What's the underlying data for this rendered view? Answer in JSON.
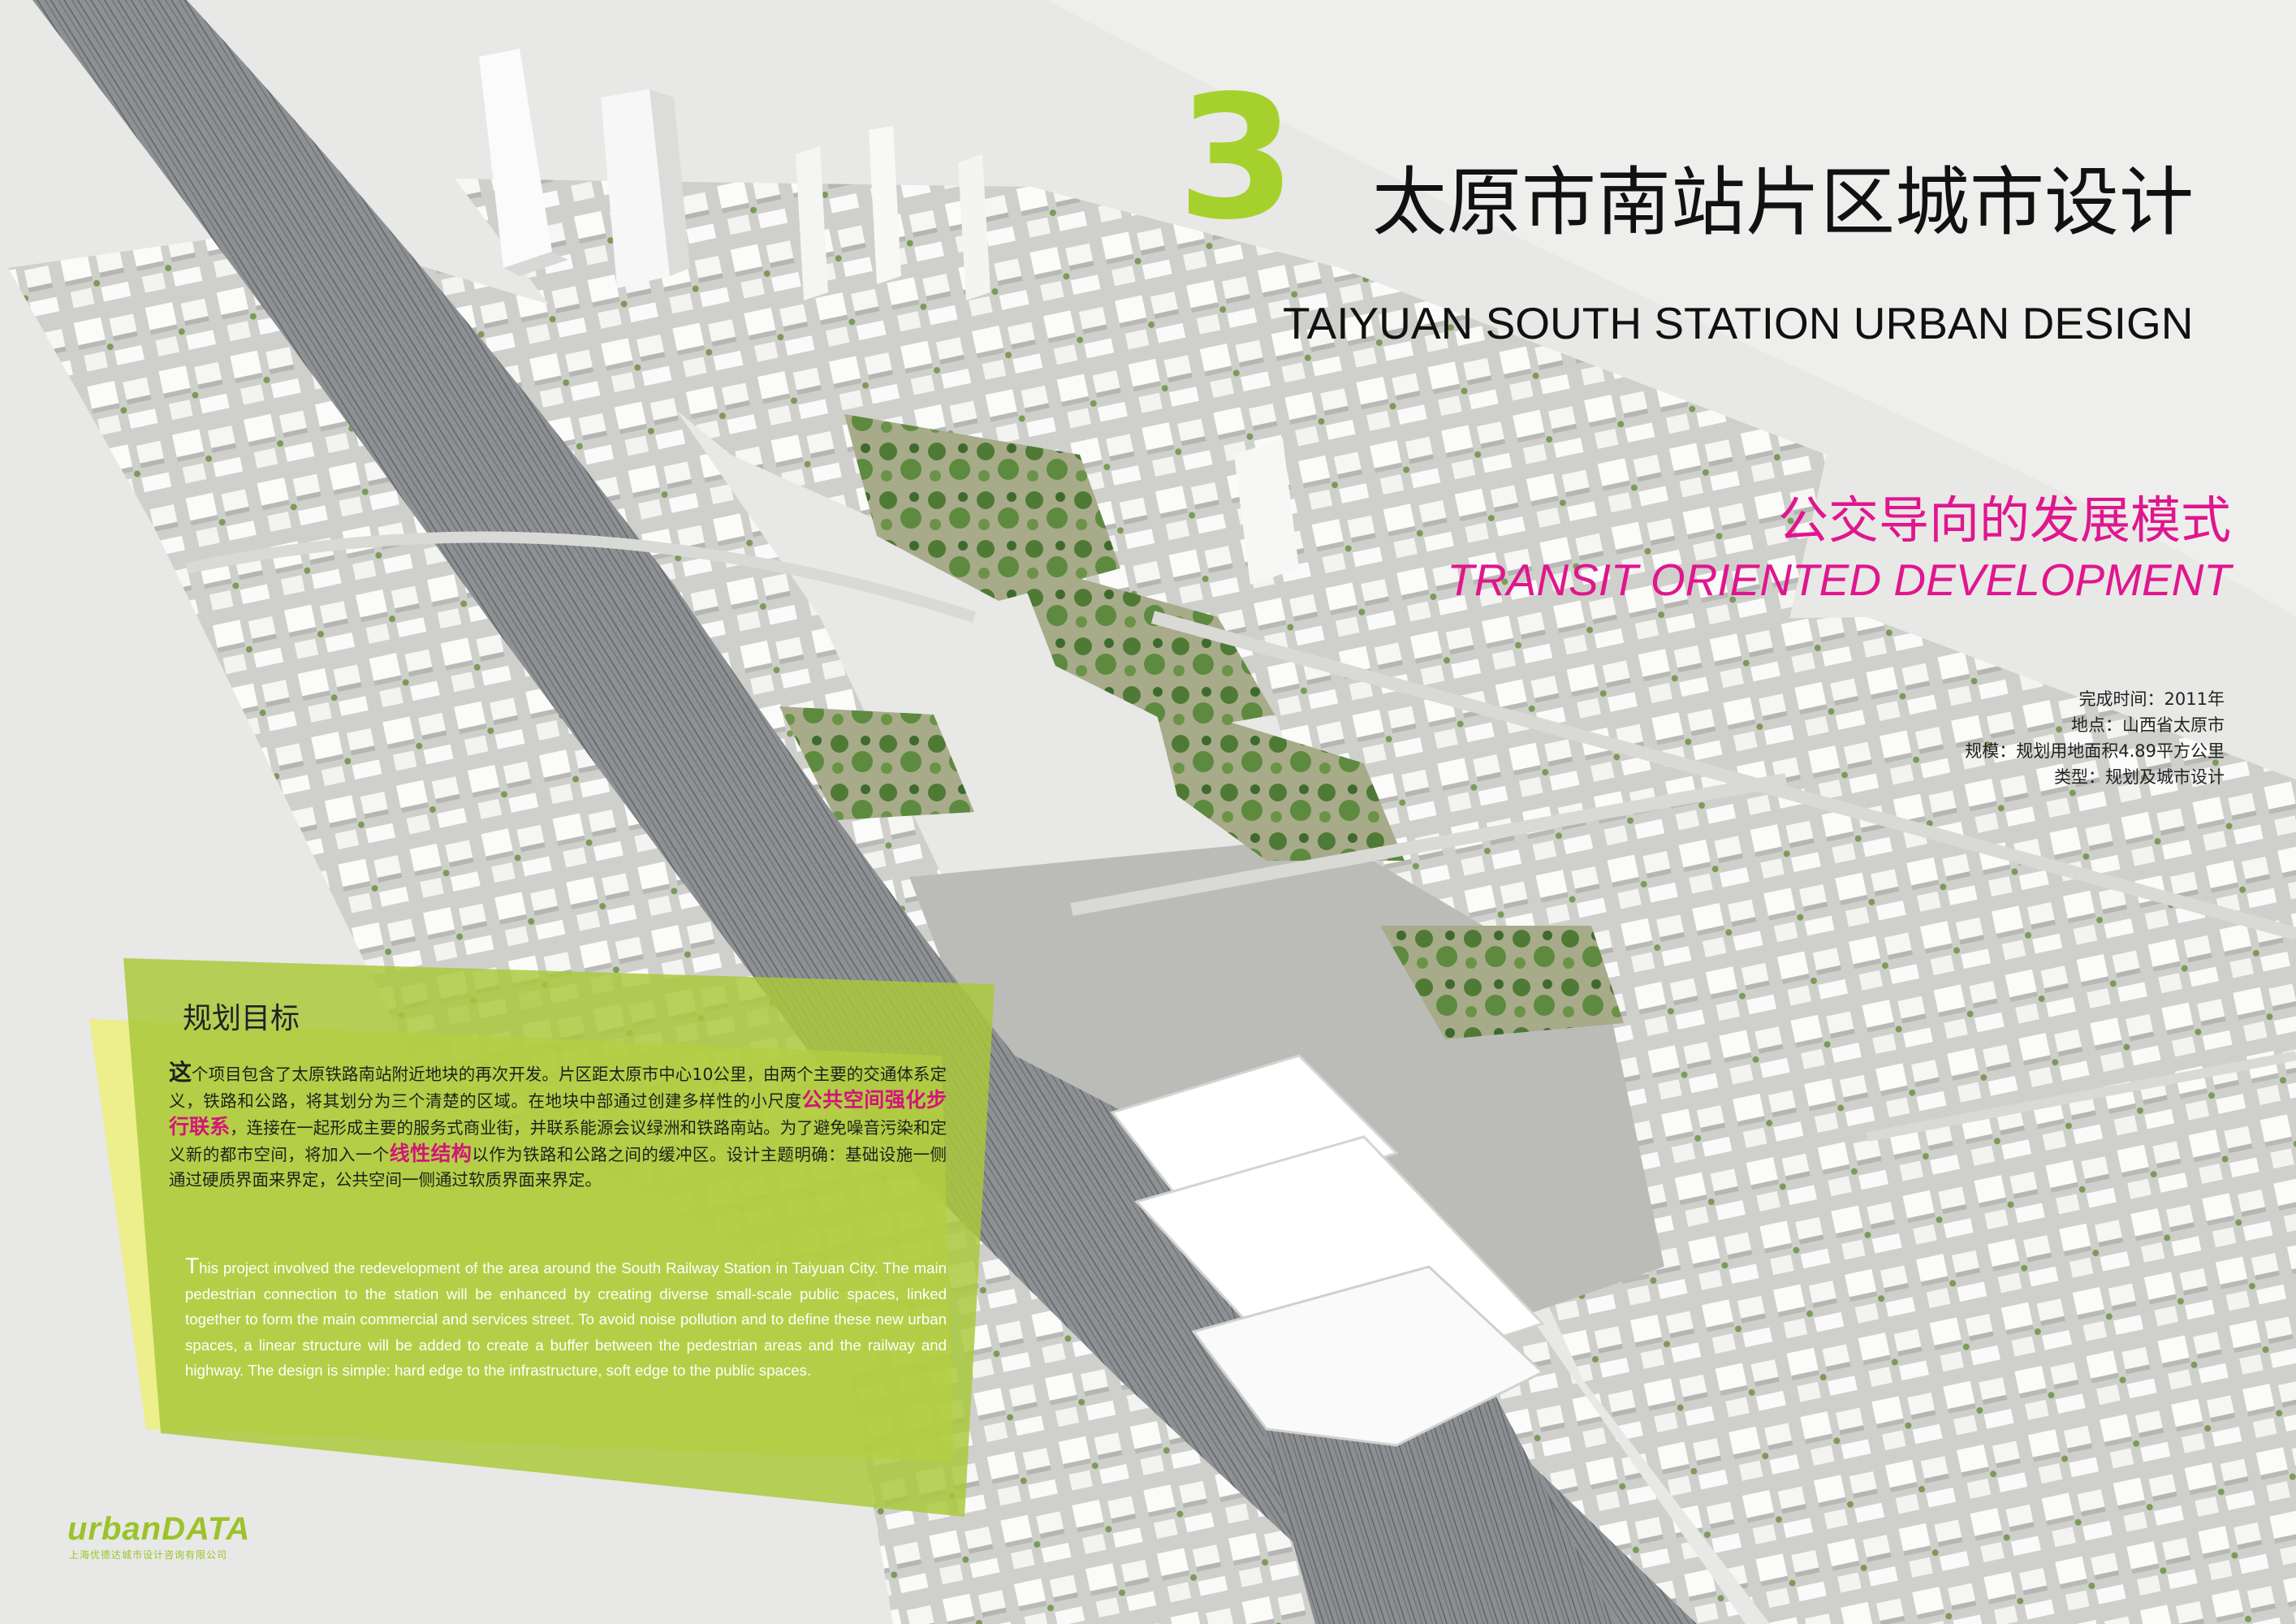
{
  "colors": {
    "accent_green": "#a6d12c",
    "magenta": "#e1158e",
    "panel_green": "#a9c83a",
    "panel_yellow": "#eef06a",
    "logo_green": "#9bc32a"
  },
  "header": {
    "number": "3",
    "title_cn": "太原市南站片区城市设计",
    "title_en": "TAIYUAN SOUTH STATION URBAN DESIGN",
    "subtitle_cn": "公交导向的发展模式",
    "subtitle_en": "TRANSIT ORIENTED DEVELOPMENT"
  },
  "info": [
    "完成时间：2011年",
    "地点：山西省太原市",
    "规模：规划用地面积4.89平方公里",
    "类型：规划及城市设计"
  ],
  "panel": {
    "title": "规划目标",
    "cn_first": "这",
    "cn_part1": "个项目包含了太原铁路南站附近地块的再次开发。片区距太原市中心10公里，由两个主要的交通体系定义，铁路和公路，将其划分为三个清楚的区域。在地块中部通过创建多样性的小尺度",
    "cn_highlight1": "公共空间强化步行联系",
    "cn_part2": "，连接在一起形成主要的服务式商业街，并联系能源会议绿洲和铁路南站。为了避免噪音污染和定义新的都市空间，将加入一个",
    "cn_highlight2": "线性结构",
    "cn_part3": "以作为铁路和公路之间的缓冲区。设计主题明确：基础设施一侧通过硬质界面来界定，公共空间一侧通过软质界面来界定。",
    "en_first": "T",
    "en_rest": "his project involved the redevelopment of the area around the South Railway Station in Taiyuan City. The main pedestrian connection to the station will be enhanced by creating diverse small-scale public spaces, linked together to form the main commercial and services street. To avoid noise pollution and to define these new urban spaces, a linear structure will be added to create a buffer between the pedestrian areas and the railway and highway. The design is simple: hard edge to the infrastructure, soft edge to the public spaces."
  },
  "logo": {
    "name": "urbanDATA",
    "subtitle": "上海优德达城市设计咨询有限公司"
  }
}
